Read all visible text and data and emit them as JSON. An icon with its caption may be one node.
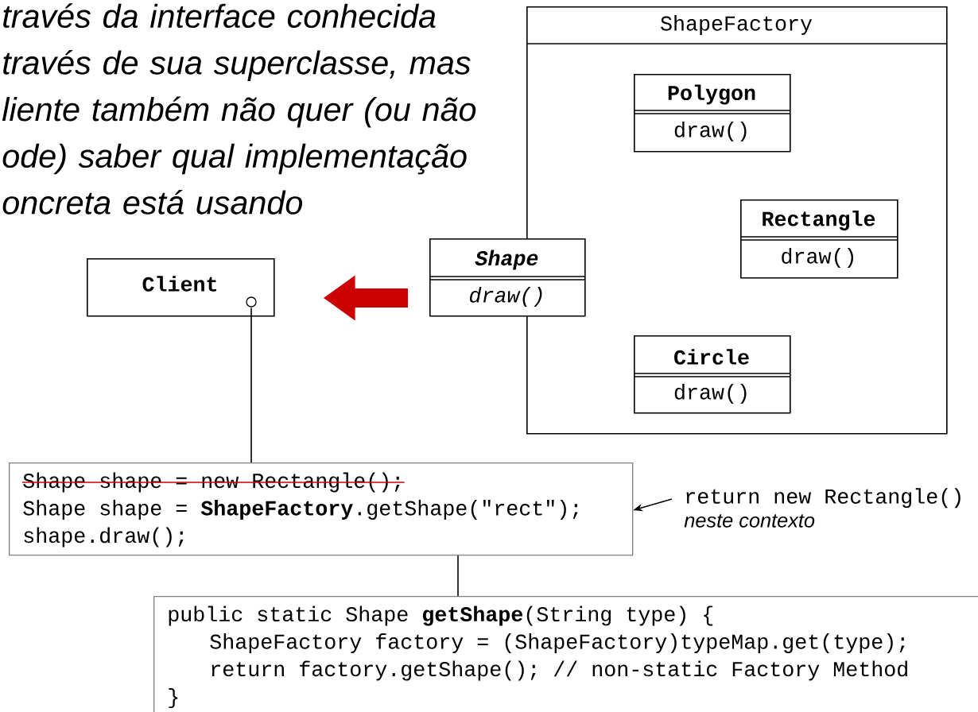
{
  "diagram": {
    "nodes": [
      {
        "text": [
          "ShapeFactory"
        ]
      },
      {
        "text": [
          "Polygon",
          "draw()"
        ],
        "in": 0
      },
      {
        "text": [
          "Rectangle",
          "draw()"
        ],
        "in": 0
      },
      {
        "text": [
          "Circle",
          "draw()"
        ],
        "in": 0
      },
      {
        "text": [
          "Shape",
          "draw()"
        ]
      },
      {
        "text": [
          "Client"
        ]
      },
      {
        "text": [
          "Shape shape = new Rectangle();",
          "Shape shape = **ShapeFactory**.getShape(\"rect\");",
          "shape.draw();"
        ]
      },
      {
        "text": [
          "return new Rectangle()",
          "neste contexto"
        ]
      },
      {
        "text": [
          "public static Shape **getShape**(String type) {",
          "ShapeFactory factory = (ShapeFactory)typeMap.get(type);",
          "return factory.getShape(); // non-static Factory Method",
          "}"
        ]
      }
    ],
    "edges": [
      {
        "from": 4,
        "to": 5,
        "arrow": "to",
        "style": "thick",
        "color": "#cc0000"
      },
      {
        "from": 6,
        "to": 5,
        "arrow": "none"
      },
      {
        "from": 6,
        "to": 8,
        "arrow": "none"
      },
      {
        "from": 7,
        "to": 6,
        "arrow": "to"
      }
    ],
    "labels": [
      "través da interface conhecida través de sua superclasse, mas liente também não quer (ou não ode) saber qual implementação oncreta está usando"
    ]
  }
}
